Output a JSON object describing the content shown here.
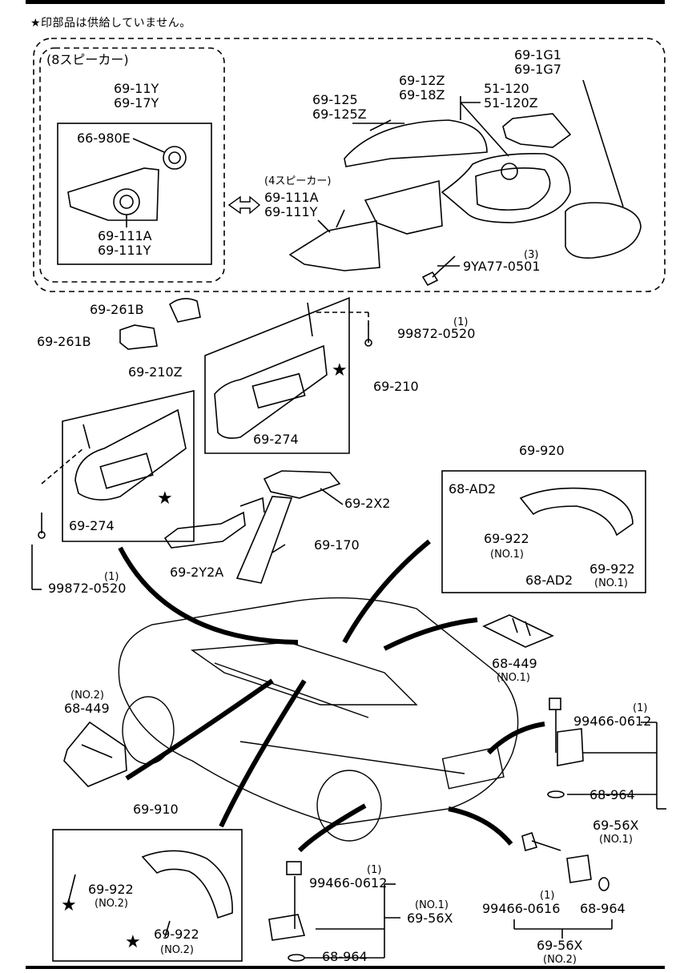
{
  "header": {
    "note": "★印部品は供給していません。"
  },
  "mirror_group": {
    "speaker8_label": "(8スピーカー)",
    "speaker4_label": "(4スピーカー)",
    "p69_11Y": "69-11Y",
    "p69_17Y": "69-17Y",
    "p66_980E": "66-980E",
    "p69_111A_a": "69-111A",
    "p69_111Y_a": "69-111Y",
    "p69_111A_b": "69-111A",
    "p69_111Y_b": "69-111Y",
    "p69_125": "69-125",
    "p69_125Z": "69-125Z",
    "p69_12Z": "69-12Z",
    "p69_18Z": "69-18Z",
    "p69_1G1": "69-1G1",
    "p69_1G7": "69-1G7",
    "p51_120": "51-120",
    "p51_120Z": "51-120Z",
    "qty3": "(3)",
    "p9YA77": "9YA77-0501"
  },
  "visor_group": {
    "p69_261B_a": "69-261B",
    "p69_261B_b": "69-261B",
    "qty1_a": "(1)",
    "p99872_a": "99872-0520",
    "p69_210": "69-210",
    "p69_274_a": "69-274",
    "p69_210Z": "69-210Z",
    "p69_274_b": "69-274",
    "qty1_b": "(1)",
    "p99872_b": "99872-0520",
    "p69_2X2": "69-2X2",
    "p69_170": "69-170",
    "p69_2Y2A": "69-2Y2A"
  },
  "grip_group": {
    "p69_920": "69-920",
    "p68_AD2_a": "68-AD2",
    "p69_922_a": "69-922",
    "no1_a": "(NO.1)",
    "p68_AD2_b": "68-AD2",
    "p69_922_b": "69-922",
    "no1_b": "(NO.1)",
    "p68_449_a": "68-449",
    "no1_c": "(NO.1)",
    "no2_a": "(NO.2)",
    "p68_449_b": "68-449",
    "p69_910": "69-910",
    "p69_922_c": "69-922",
    "no2_b": "(NO.2)",
    "p69_922_d": "69-922",
    "no2_c": "(NO.2)"
  },
  "rear_group": {
    "qty1_c": "(1)",
    "p99466_a": "99466-0612",
    "p68_964_a": "68-964",
    "p69_56X_a": "69-56X",
    "no1_d": "(NO.1)",
    "qty1_d": "(1)",
    "p99466_b": "99466-0612",
    "no1_e": "(NO.1)",
    "p69_56X_b": "69-56X",
    "p68_964_b": "68-964",
    "qty1_e": "(1)",
    "p99466_c": "99466-0616",
    "p68_964_c": "68-964",
    "p69_56X_c": "69-56X",
    "no2_d": "(NO.2)"
  }
}
